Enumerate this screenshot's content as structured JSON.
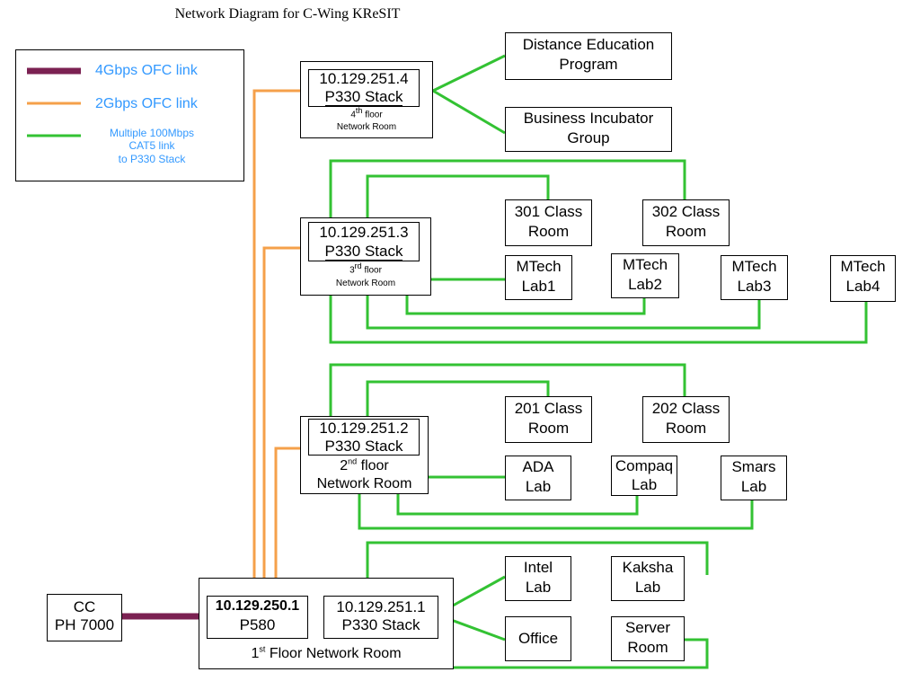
{
  "title": "Network Diagram for C-Wing KReSIT",
  "colors": {
    "ofc4": "#7b2152",
    "ofc2": "#f5a04a",
    "cat5": "#33c233",
    "legend_text": "#3399ff"
  },
  "legend": {
    "link4": "4Gbps OFC link",
    "link2": "2Gbps OFC link",
    "cat5_l1": "Multiple 100Mbps",
    "cat5_l2": "CAT5 link",
    "cat5_l3": "to P330 Stack"
  },
  "cc": {
    "l1": "CC",
    "l2": "PH 7000"
  },
  "floor1": {
    "room": "Floor Network Room",
    "room_prefix": "1",
    "room_sup": "st",
    "p580_ip": "10.129.250.1",
    "p580": "P580",
    "stack_ip": "10.129.251.1",
    "stack": "P330 Stack"
  },
  "floor2": {
    "ip": "10.129.251.2",
    "stack": "P330 Stack",
    "floor_prefix": "2",
    "floor_sup": "nd",
    "floor_word": "floor",
    "room": "Network Room"
  },
  "floor3": {
    "ip": "10.129.251.3",
    "stack": "P330 Stack",
    "floor_prefix": "3",
    "floor_sup": "rd",
    "floor_word": "floor",
    "room": "Network Room"
  },
  "floor4": {
    "ip": "10.129.251.4",
    "stack": "P330 Stack",
    "floor_prefix": "4",
    "floor_sup": "th",
    "floor_word": "floor",
    "room": "Network Room"
  },
  "nodes": {
    "dep": [
      "Distance Education",
      "Program"
    ],
    "big": [
      "Business Incubator",
      "Group"
    ],
    "c301": [
      "301 Class",
      "Room"
    ],
    "c302": [
      "302 Class",
      "Room"
    ],
    "mt1": [
      "MTech",
      "Lab1"
    ],
    "mt2": [
      "MTech",
      "Lab2"
    ],
    "mt3": [
      "MTech",
      "Lab3"
    ],
    "mt4": [
      "MTech",
      "Lab4"
    ],
    "c201": [
      "201 Class",
      "Room"
    ],
    "c202": [
      "202 Class",
      "Room"
    ],
    "ada": [
      "ADA",
      "Lab"
    ],
    "compaq": [
      "Compaq",
      "Lab"
    ],
    "smars": [
      "Smars",
      "Lab"
    ],
    "intel": [
      "Intel",
      "Lab"
    ],
    "kaksha": [
      "Kaksha",
      "Lab"
    ],
    "office": [
      "Office"
    ],
    "server": [
      "Server",
      "Room"
    ]
  }
}
